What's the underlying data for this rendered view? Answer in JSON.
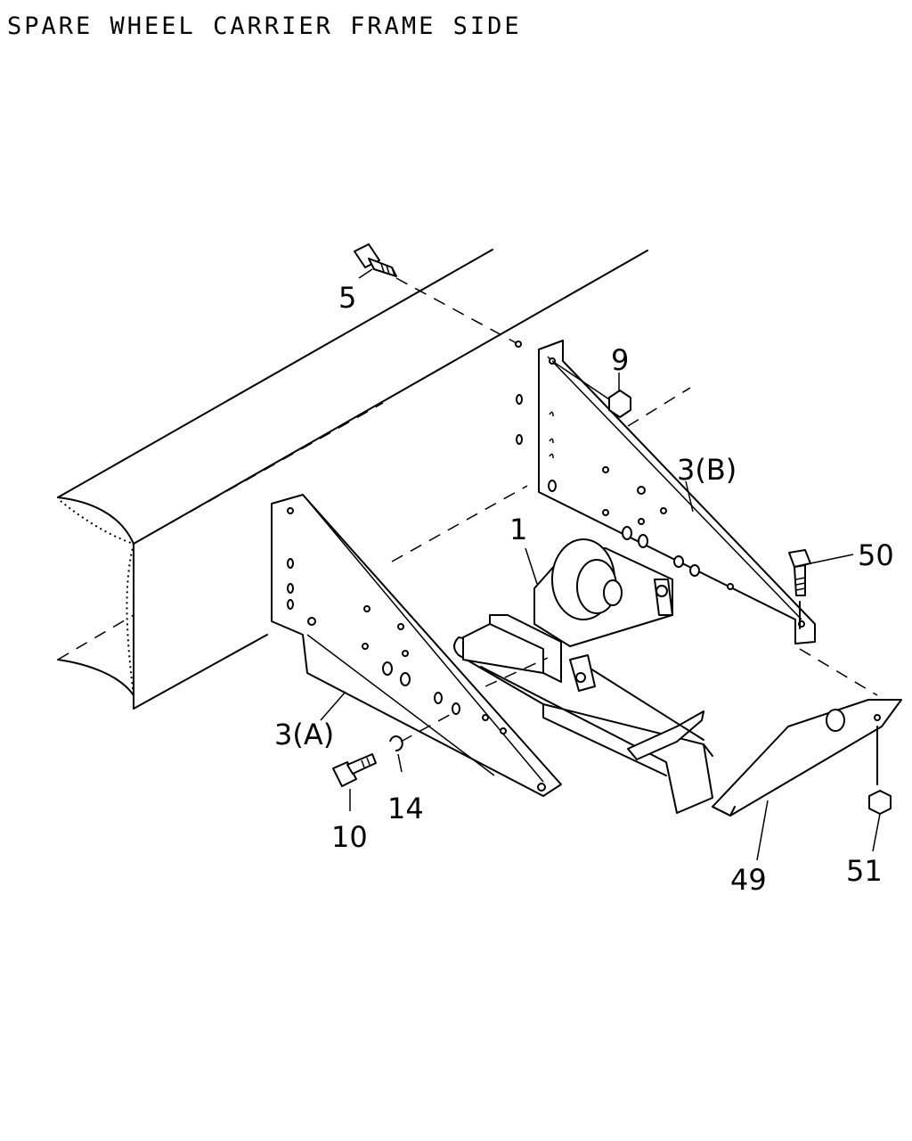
{
  "title": "SPARE WHEEL CARRIER FRAME SIDE",
  "callouts": {
    "c1": "1",
    "c3a": "3(A)",
    "c3b": "3(B)",
    "c5": "5",
    "c9": "9",
    "c10": "10",
    "c14": "14",
    "c49": "49",
    "c50": "50",
    "c51": "51"
  }
}
